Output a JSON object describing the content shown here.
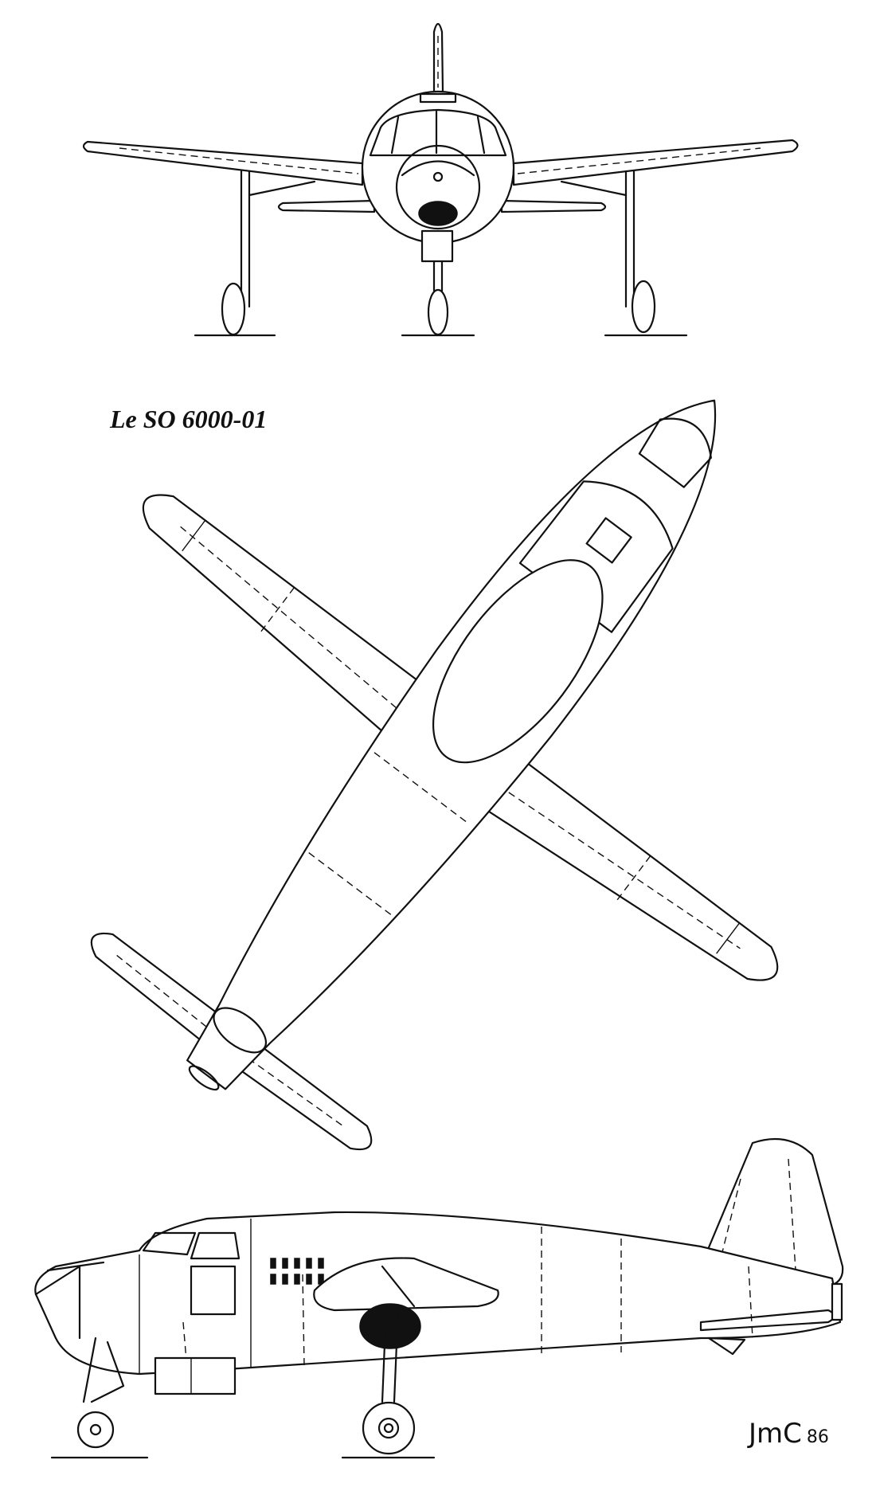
{
  "drawing": {
    "title": "Le SO 6000-01",
    "signature": {
      "initials": "JmC",
      "year": "86"
    },
    "views": [
      "front-view",
      "plan-view",
      "side-view"
    ]
  }
}
